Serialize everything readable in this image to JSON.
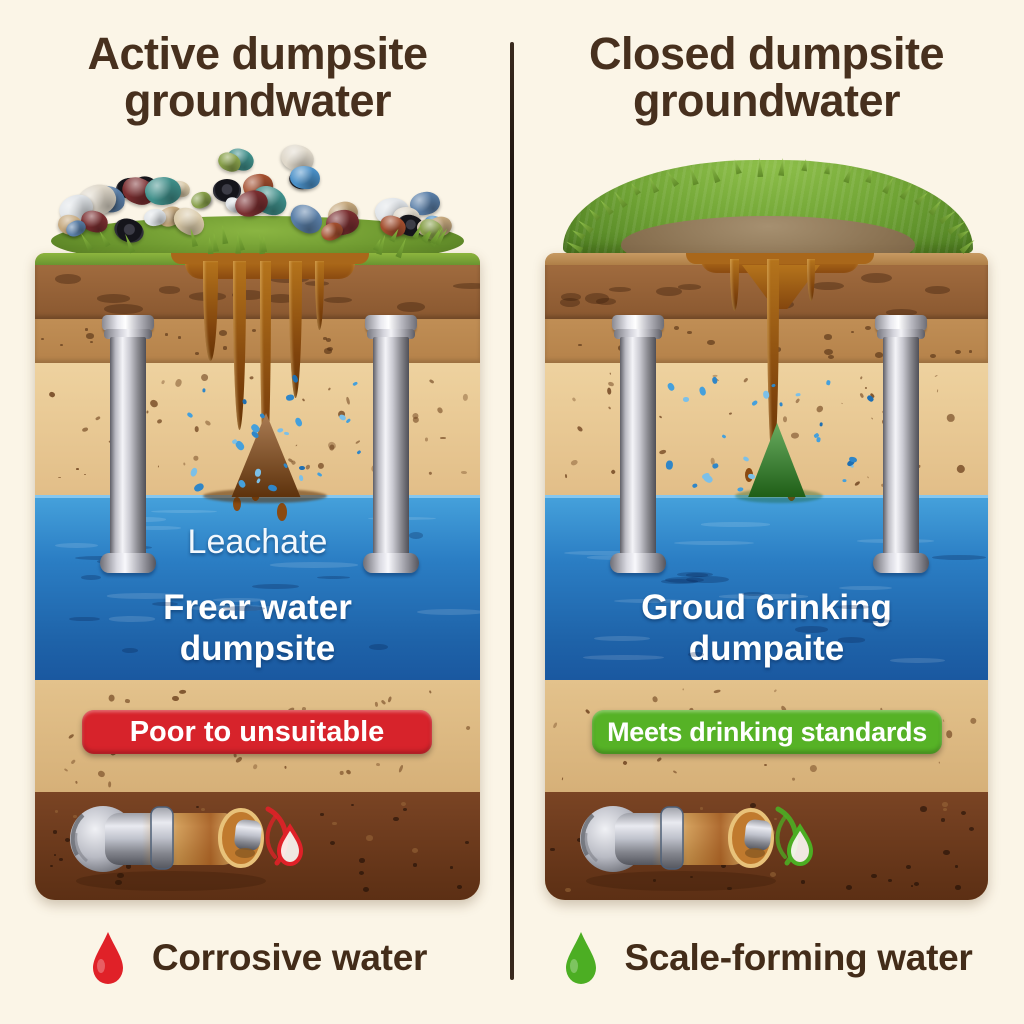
{
  "page": {
    "background": "#FBF5E7"
  },
  "palette": {
    "title_text": "#47301E",
    "red_accent": "#D7232B",
    "green_accent": "#56B226",
    "water_blue": "#2270B8",
    "leachate_brown": "#8A4A12"
  },
  "panels": [
    {
      "id": "active-dumpsite",
      "title_line1": "Active dumpsite",
      "title_line2": "groundwater",
      "surface_type": "trash-pile",
      "water_label": "Leachate",
      "water_text_line1": "Frear water",
      "water_text_line2": "dumpsite",
      "banner_label": "Poor to unsuitable",
      "banner_color": "#D7232B",
      "caption_label": "Corrosive water",
      "caption_icon": "corrosive-droplet-icon",
      "droplet_color": "#E02128",
      "plume_color": "#8A4A12"
    },
    {
      "id": "closed-dumpsite",
      "title_line1": "Closed dumpsite",
      "title_line2": "groundwater",
      "surface_type": "grass-mound",
      "water_text_line1": "Groud 6rinking",
      "water_text_line2": "dumpaite",
      "banner_label": "Meets drinking standards",
      "banner_color": "#56B226",
      "caption_label": "Scale-forming water",
      "caption_icon": "scale-droplet-icon",
      "droplet_color": "#4CAE23",
      "plume_color": "#2E8B22"
    }
  ]
}
